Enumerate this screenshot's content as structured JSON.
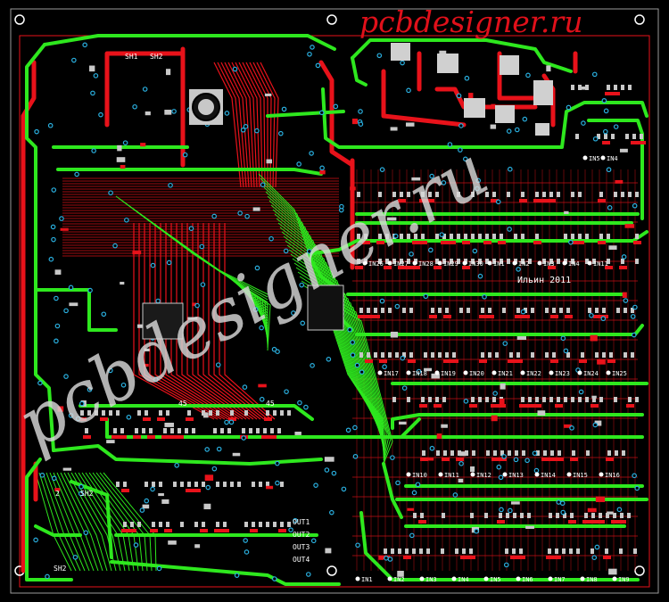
{
  "watermark": {
    "top": "pcbdesigner.ru",
    "diagonal": "pcbdesigner.ru",
    "color_top": "#e0101a",
    "color_diagonal": "#d8d8d8"
  },
  "colors": {
    "background": "#000000",
    "bottom_copper": "#e8121a",
    "top_copper": "#2ee81e",
    "silkscreen": "#ffffff",
    "via": "#2ab0e0",
    "pad": "#c8c8c8",
    "outline": "#a0a0a0"
  },
  "board": {
    "signature": "Ильин 2011",
    "top_labels": [
      "SH1",
      "SH2"
    ],
    "bottom_left_labels": [
      "2",
      "SH2",
      "SH2"
    ],
    "mid_labels": [
      "45",
      "45"
    ],
    "output_labels": [
      "OUT1",
      "OUT2",
      "OUT3",
      "OUT4"
    ]
  },
  "inputs": {
    "row_top": [
      "IN5",
      "IN4"
    ],
    "row_2": [
      "IN26",
      "IN27",
      "IN28",
      "IN29",
      "IN30",
      "IN1",
      "IN2",
      "IN3",
      "IN4",
      "IN11"
    ],
    "row_3": [
      "IN17",
      "IN18",
      "IN19",
      "IN20",
      "IN21",
      "IN22",
      "IN23",
      "IN24",
      "IN25"
    ],
    "row_4": [
      "IN10",
      "IN11",
      "IN12",
      "IN13",
      "IN14",
      "IN15",
      "IN16"
    ],
    "row_bottom": [
      "IN1",
      "IN2",
      "IN3",
      "IN4",
      "IN5",
      "IN6",
      "IN7",
      "IN8",
      "IN9"
    ]
  }
}
